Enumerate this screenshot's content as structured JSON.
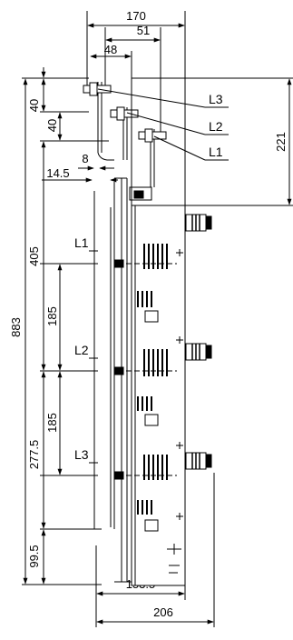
{
  "dimensions": {
    "top_width_170": "170",
    "top_width_51": "51",
    "top_width_48": "48",
    "left_40_a": "40",
    "left_40_b": "40",
    "small_8": "8",
    "small_14_5": "14.5",
    "right_221": "221",
    "total_height_883": "883",
    "height_405": "405",
    "pitch_185_a": "185",
    "pitch_185_b": "185",
    "height_277_5": "277.5",
    "bottom_99_5": "99.5",
    "bottom_width_153_5": "153.5",
    "bottom_width_206": "206"
  },
  "labels": {
    "top_L3": "L3",
    "top_L2": "L2",
    "top_L1": "L1",
    "side_L1": "L1",
    "side_L2": "L2",
    "side_L3": "L3"
  },
  "colors": {
    "line": "#000000",
    "background": "#ffffff"
  }
}
